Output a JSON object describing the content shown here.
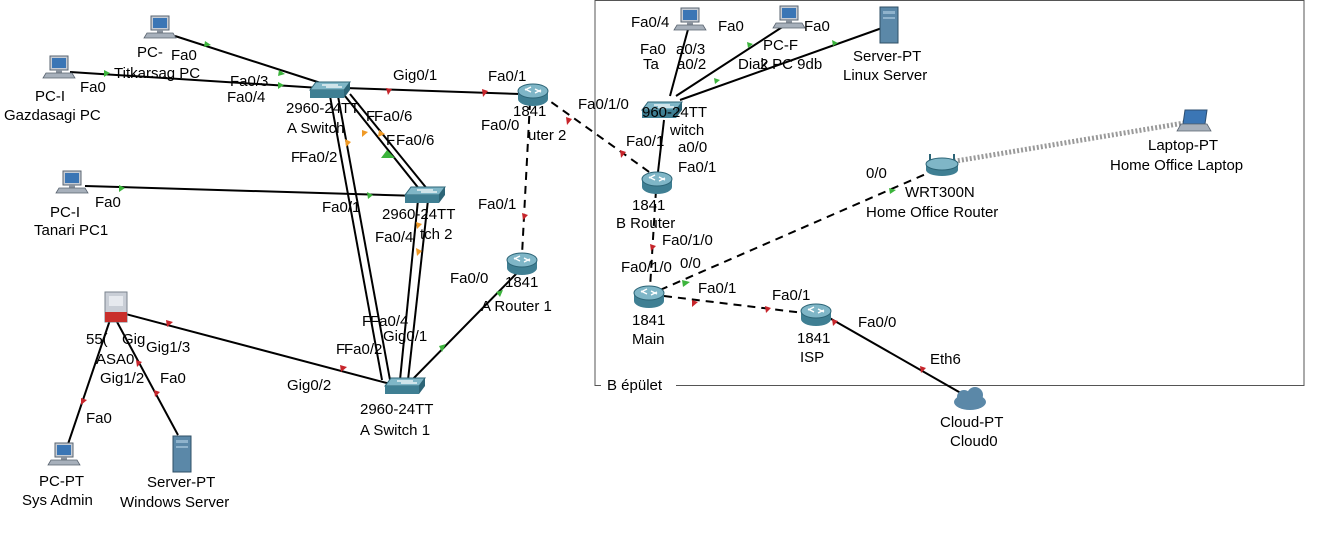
{
  "area": {
    "label": "B épület"
  },
  "devices": {
    "pc_titkarsag": {
      "model": "PC-",
      "name": "Titkarsag PC"
    },
    "pc_gazdasagi": {
      "model": "PC-I",
      "name": "Gazdasagi PC"
    },
    "pc_tanari": {
      "model": "PC-I",
      "name": "Tanari PC1"
    },
    "asa": {
      "model": "55(",
      "name": "ASA0"
    },
    "pc_sysadmin": {
      "model": "PC-PT",
      "name": "Sys Admin"
    },
    "srv_windows": {
      "model": "Server-PT",
      "name": "Windows Server"
    },
    "sw_a": {
      "model": "2960-24TT",
      "name": "A Switch"
    },
    "sw_2": {
      "model": "2960-24TT",
      "name": "tch 2"
    },
    "sw_a1": {
      "model": "2960-24TT",
      "name": "A Switch 1"
    },
    "rt_a2": {
      "model": "1841",
      "name": "uter 2"
    },
    "rt_a1": {
      "model": "1841",
      "name": "A Router 1"
    },
    "sw_b": {
      "model": "960-24TT",
      "name": "witch"
    },
    "pc_diak": {
      "model": "PC-F",
      "name": "Diak PC 9db"
    },
    "srv_linux": {
      "model": "Server-PT",
      "name": "Linux Server"
    },
    "rt_b": {
      "model": "1841",
      "name": "B Router"
    },
    "rt_main": {
      "model": "1841",
      "name": "Main"
    },
    "rt_isp": {
      "model": "1841",
      "name": "ISP"
    },
    "wrt": {
      "model": "WRT300N",
      "name": "Home Office Router"
    },
    "laptop": {
      "model": "Laptop-PT",
      "name": "Home Office Laptop"
    },
    "cloud": {
      "model": "Cloud-PT",
      "name": "Cloud0"
    }
  },
  "ports": [
    "Fa0",
    "Fa0/3",
    "Fa0",
    "Fa0/4",
    "Gig0/1",
    "Fa0/1",
    "Fa0/1/0",
    "Fa0/0",
    "Fa0/6",
    "Fa0/6",
    "Fa0/2",
    "Fa0",
    "Fa0/1",
    "Fa0/4",
    "Fa0/1",
    "Fa0/0",
    "Fa0/4",
    "Gig0/1",
    "Fa0/2",
    "Gig0/2",
    "Gig1/3",
    "Gig1/2",
    "Fa0",
    "Fa0",
    "Fa0/4",
    "a0/3",
    "Fa0",
    "Fa0",
    "Fa0",
    "Fa0/1",
    "a0/0",
    "Fa0/1",
    "Fa0/1/0",
    "Fa0/1/0",
    "0/0",
    "Fa0/1",
    "Fa0/1",
    "0/0",
    "Fa0/0",
    "Eth6",
    "Gig",
    "F",
    "F",
    "F",
    "F",
    "F",
    "2",
    "a0/2",
    "Ta"
  ]
}
